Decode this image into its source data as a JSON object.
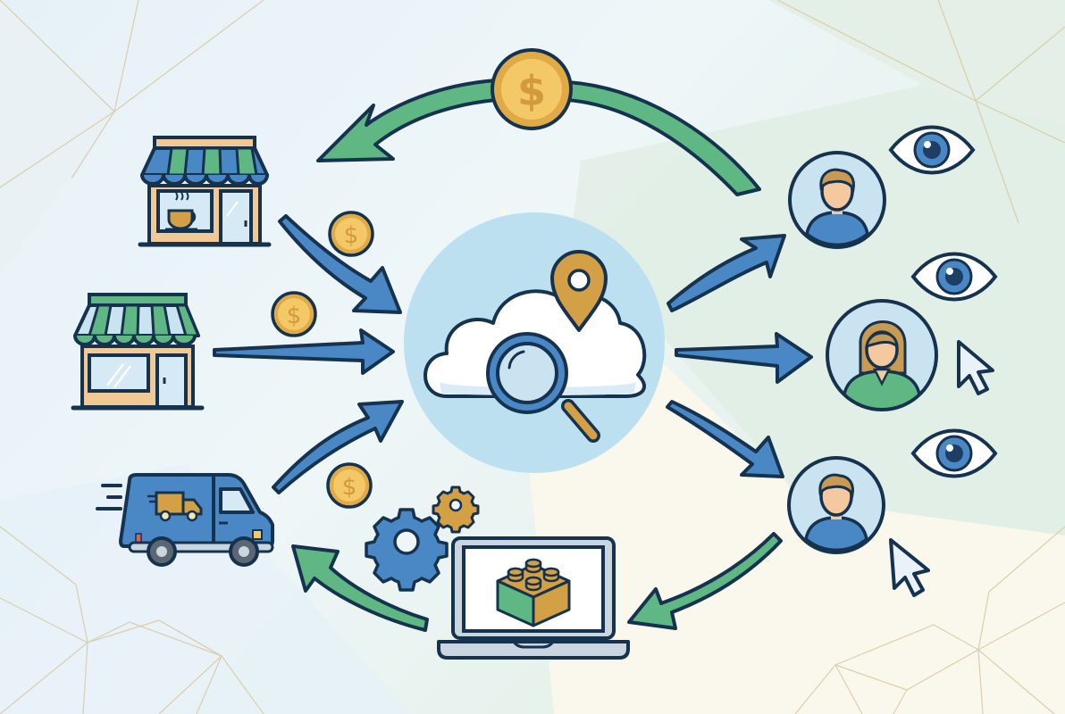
{
  "diagram": {
    "type": "flow-illustration",
    "title": "",
    "text_labels": [],
    "nodes": [
      {
        "id": "cafe-shop",
        "kind": "storefront",
        "detail": "coffee cup in window, blue/green awning"
      },
      {
        "id": "retail-shop",
        "kind": "storefront",
        "detail": "green/light-blue awning"
      },
      {
        "id": "delivery-van",
        "kind": "vehicle",
        "detail": "blue van with truck logo, motion lines"
      },
      {
        "id": "cloud-search-hub",
        "kind": "hub",
        "detail": "cloud with magnifying glass and location pin"
      },
      {
        "id": "customer-top",
        "kind": "avatar-male"
      },
      {
        "id": "customer-middle",
        "kind": "avatar-female"
      },
      {
        "id": "customer-bottom",
        "kind": "avatar-male"
      },
      {
        "id": "laptop-module",
        "kind": "laptop",
        "detail": "building block on screen"
      },
      {
        "id": "gears",
        "kind": "settings",
        "detail": "large blue gear, small gold gear"
      },
      {
        "id": "coin-top",
        "kind": "coin",
        "symbol": "$"
      }
    ],
    "decorations": {
      "eyes": 3,
      "cursors": 2,
      "small_coins": 3,
      "coin_symbol": "$"
    },
    "edges": [
      {
        "from": "cafe-shop",
        "to": "cloud-search-hub",
        "color": "blue"
      },
      {
        "from": "retail-shop",
        "to": "cloud-search-hub",
        "color": "blue"
      },
      {
        "from": "delivery-van",
        "to": "cloud-search-hub",
        "color": "blue"
      },
      {
        "from": "cloud-search-hub",
        "to": "customer-top",
        "color": "blue"
      },
      {
        "from": "cloud-search-hub",
        "to": "customer-middle",
        "color": "blue"
      },
      {
        "from": "cloud-search-hub",
        "to": "customer-bottom",
        "color": "blue"
      },
      {
        "from": "customer-top",
        "to": "cafe-shop",
        "color": "green",
        "via": "coin-top"
      },
      {
        "from": "customer-bottom",
        "to": "laptop-module",
        "color": "green"
      },
      {
        "from": "laptop-module",
        "to": "delivery-van",
        "color": "green"
      }
    ],
    "colors": {
      "outline": "#15324f",
      "blue": "#4a87c5",
      "light_blue": "#c9e3f1",
      "hub_circle": "#bde0f0",
      "green": "#5fb883",
      "gold": "#d4a045",
      "coin_fill": "#f4c866",
      "coin_ring": "#e0aa46",
      "skin": "#f5c9a0",
      "hair": "#c99a52",
      "wall": "#f2c995",
      "bg_left": "#e8f2f8",
      "bg_right": "#e3efe6",
      "bg_bottom_right": "#faf7ec",
      "web_line": "#d9c9a0"
    }
  }
}
